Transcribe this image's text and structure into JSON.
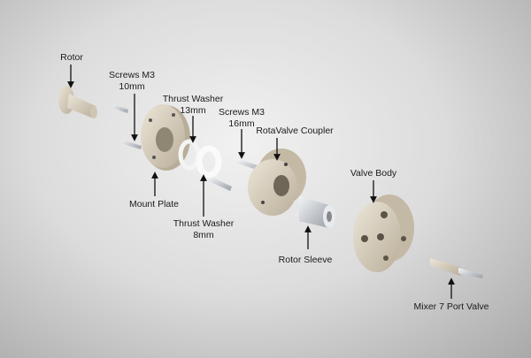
{
  "labels": {
    "rotor": "Rotor",
    "screws_10_l1": "Screws M3",
    "screws_10_l2": "10mm",
    "washer_13_l1": "Thrust Washer",
    "washer_13_l2": "13mm",
    "screws_16_l1": "Screws M3",
    "screws_16_l2": "16mm",
    "coupler": "RotaValve Coupler",
    "mount_plate": "Mount Plate",
    "washer_8_l1": "Thrust Washer",
    "washer_8_l2": "8mm",
    "valve_body": "Valve Body",
    "rotor_sleeve": "Rotor Sleeve",
    "mixer_valve": "Mixer 7 Port Valve"
  },
  "colors": {
    "part": "#d9cfbd",
    "metal": "#c9cdd3",
    "arrow": "#111111"
  }
}
